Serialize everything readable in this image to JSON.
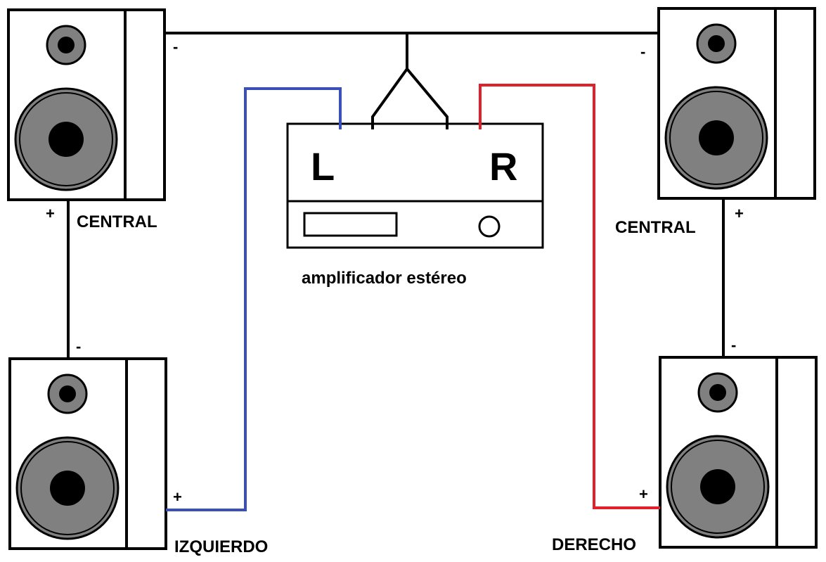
{
  "amplifier": {
    "left_channel": "L",
    "right_channel": "R",
    "caption": "amplificador estéreo"
  },
  "speakers": {
    "top_left": {
      "label": "CENTRAL",
      "plus": "+",
      "minus": "-"
    },
    "top_right": {
      "label": "CENTRAL",
      "plus": "+",
      "minus": "-"
    },
    "bottom_left": {
      "label": "IZQUIERDO",
      "plus": "+",
      "minus": "-"
    },
    "bottom_right": {
      "label": "DERECHO",
      "plus": "+",
      "minus": "-"
    }
  },
  "colors": {
    "left_wire": "#3b4fb8",
    "right_wire": "#e0202a",
    "common_wire": "#000000",
    "cone": "#808080"
  }
}
